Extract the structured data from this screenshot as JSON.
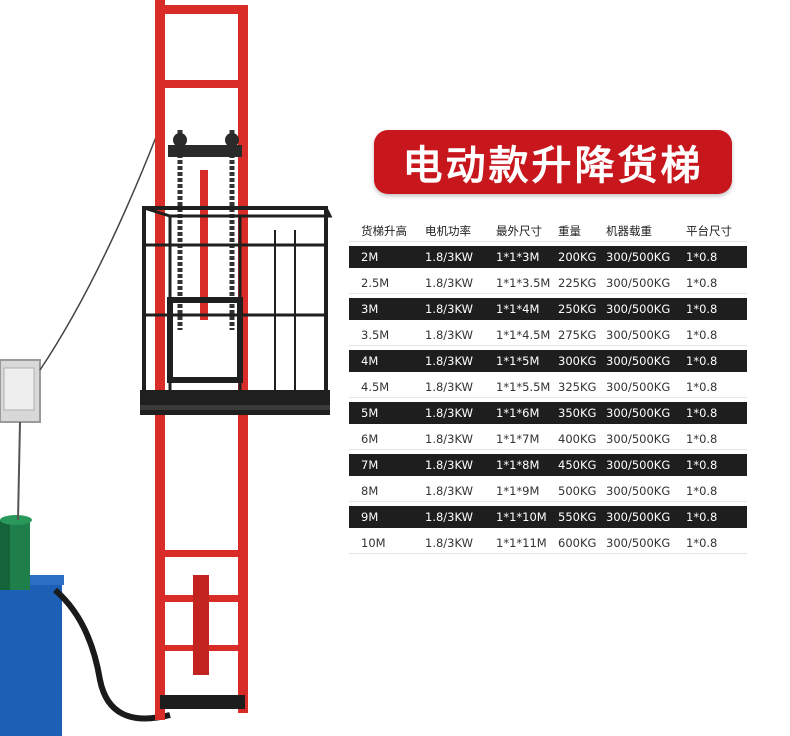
{
  "title": "电动款升降货梯",
  "colors": {
    "frame_red": "#d92b27",
    "banner_red": "#c8161d",
    "cage_black": "#1f1f1f",
    "pump_green": "#1f7f4a",
    "base_blue": "#1c5fb5",
    "row_dark": "#1e1e1e"
  },
  "spec_table": {
    "headers": [
      "货梯升高",
      "电机功率",
      "最外尺寸",
      "重量",
      "机器载重",
      "平台尺寸"
    ],
    "rows": [
      [
        "2M",
        "1.8/3KW",
        "1*1*3M",
        "200KG",
        "300/500KG",
        "1*0.8"
      ],
      [
        "2.5M",
        "1.8/3KW",
        "1*1*3.5M",
        "225KG",
        "300/500KG",
        "1*0.8"
      ],
      [
        "3M",
        "1.8/3KW",
        "1*1*4M",
        "250KG",
        "300/500KG",
        "1*0.8"
      ],
      [
        "3.5M",
        "1.8/3KW",
        "1*1*4.5M",
        "275KG",
        "300/500KG",
        "1*0.8"
      ],
      [
        "4M",
        "1.8/3KW",
        "1*1*5M",
        "300KG",
        "300/500KG",
        "1*0.8"
      ],
      [
        "4.5M",
        "1.8/3KW",
        "1*1*5.5M",
        "325KG",
        "300/500KG",
        "1*0.8"
      ],
      [
        "5M",
        "1.8/3KW",
        "1*1*6M",
        "350KG",
        "300/500KG",
        "1*0.8"
      ],
      [
        "6M",
        "1.8/3KW",
        "1*1*7M",
        "400KG",
        "300/500KG",
        "1*0.8"
      ],
      [
        "7M",
        "1.8/3KW",
        "1*1*8M",
        "450KG",
        "300/500KG",
        "1*0.8"
      ],
      [
        "8M",
        "1.8/3KW",
        "1*1*9M",
        "500KG",
        "300/500KG",
        "1*0.8"
      ],
      [
        "9M",
        "1.8/3KW",
        "1*1*10M",
        "550KG",
        "300/500KG",
        "1*0.8"
      ],
      [
        "10M",
        "1.8/3KW",
        "1*1*11M",
        "600KG",
        "300/500KG",
        "1*0.8"
      ]
    ]
  }
}
